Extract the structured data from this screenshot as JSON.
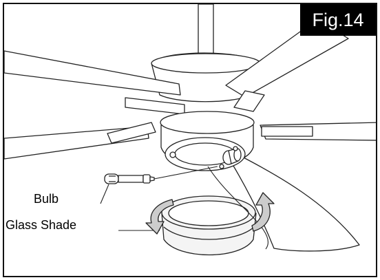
{
  "figure": {
    "label": "Fig.14"
  },
  "callouts": {
    "bulb": "Bulb",
    "glass_shade": "Glass Shade"
  },
  "colors": {
    "line": "#222222",
    "frame": "#111111",
    "label_bg": "#000000",
    "label_text": "#ffffff",
    "fill": "#ffffff",
    "shade_fill": "#f4f4f4"
  },
  "icons": {
    "rotation": "curved-rotation-arrow"
  }
}
